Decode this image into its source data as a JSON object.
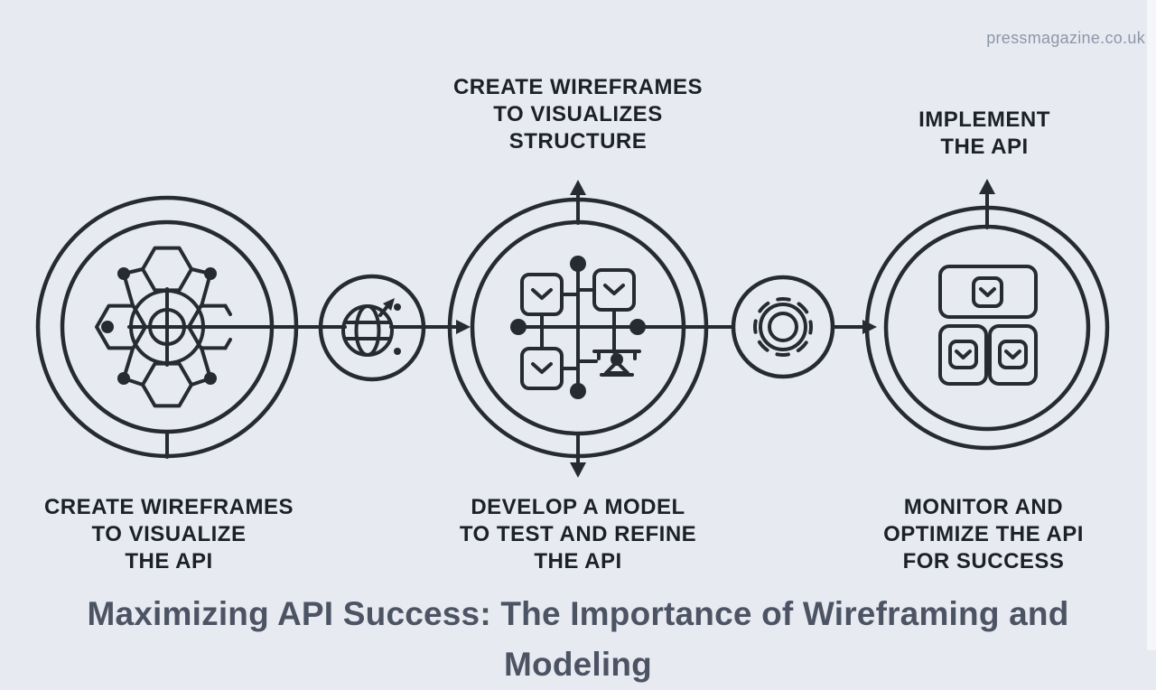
{
  "colors": {
    "bg": "#e8eaf1",
    "stroke": "#262b33",
    "label": "#1c2027",
    "title": "#4c5464",
    "watermark": "#8e96a8"
  },
  "watermark": {
    "text": "pressmagazine.co.uk"
  },
  "title": {
    "line1": "Maximizing API Success: The Importance of Wireframing and",
    "line2": "Modeling"
  },
  "steps": [
    {
      "id": "wireframes-structure",
      "position": "top-center",
      "lines": [
        "CREATE WIREFRAMES",
        "TO VISUALIZES",
        "STRUCTURE"
      ]
    },
    {
      "id": "implement-api",
      "position": "top-right",
      "lines": [
        "IMPLEMENT",
        "THE API"
      ]
    },
    {
      "id": "wireframes-visualize",
      "position": "bottom-left",
      "lines": [
        "CREATE WIREFRAMES",
        "TO VISUALIZE",
        "THE API"
      ]
    },
    {
      "id": "develop-model",
      "position": "bottom-center",
      "lines": [
        "DEVELOP A MODEL",
        "TO TEST AND REFINE",
        "THE API"
      ]
    },
    {
      "id": "monitor-optimize",
      "position": "bottom-right",
      "lines": [
        "MONITOR AND",
        "OPTIMIZE THE API",
        "FOR SUCCESS"
      ]
    }
  ],
  "icons": {
    "stage1": "api-network-icon",
    "connector1": "globe-icon",
    "stage2": "model-grid-icon",
    "connector2": "gear-icon",
    "stage3": "ui-modules-icon"
  }
}
